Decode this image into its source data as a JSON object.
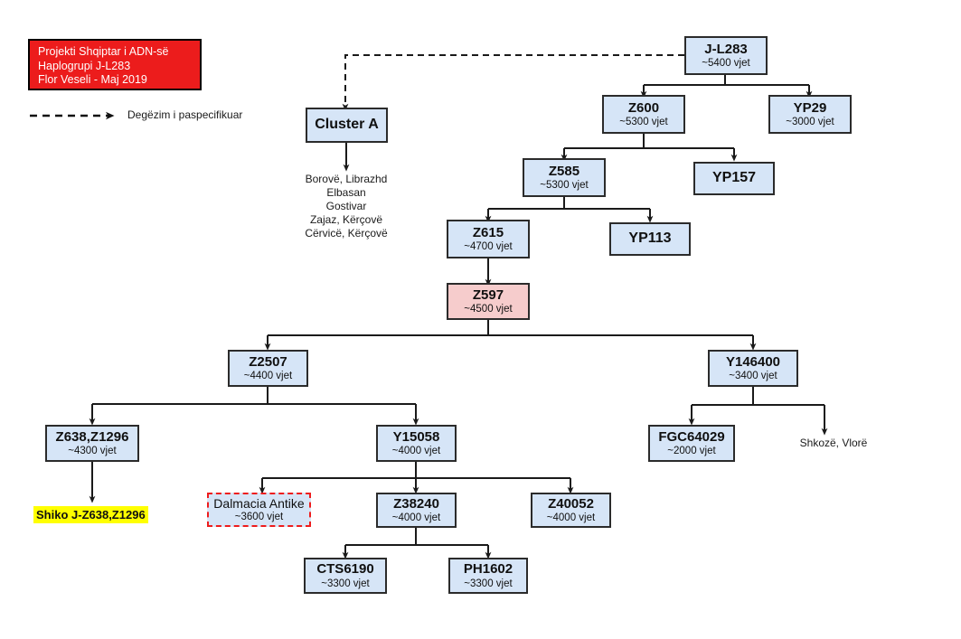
{
  "title_block": {
    "line1": "Projekti Shqiptar i ADN-së",
    "line2": "Haplogrupi J-L283",
    "line3": "Flor Veseli - Maj 2019",
    "bg_color": "#ec1c1c",
    "text_color": "#ffffff"
  },
  "legend": {
    "dashed_arrow_label": "Degëzim i paspecifikuar"
  },
  "colors": {
    "node_fill": "#d6e5f7",
    "node_highlight_fill": "#f6cccc",
    "node_border": "#2b2b2b",
    "dashed_node_border": "#ee1c1c",
    "highlight_yellow": "#ffff00",
    "edge": "#1a1a1a"
  },
  "nodes": [
    {
      "id": "jl283",
      "name": "J-L283",
      "age": "~5400 vjet"
    },
    {
      "id": "clustera",
      "name": "Cluster A",
      "age": ""
    },
    {
      "id": "z600",
      "name": "Z600",
      "age": "~5300 vjet"
    },
    {
      "id": "yp29",
      "name": "YP29",
      "age": "~3000 vjet"
    },
    {
      "id": "z585",
      "name": "Z585",
      "age": "~5300 vjet"
    },
    {
      "id": "yp157",
      "name": "YP157",
      "age": ""
    },
    {
      "id": "z615",
      "name": "Z615",
      "age": "~4700 vjet"
    },
    {
      "id": "yp113",
      "name": "YP113",
      "age": ""
    },
    {
      "id": "z597",
      "name": "Z597",
      "age": "~4500 vjet"
    },
    {
      "id": "z2507",
      "name": "Z2507",
      "age": "~4400 vjet"
    },
    {
      "id": "y146400",
      "name": "Y146400",
      "age": "~3400 vjet"
    },
    {
      "id": "z638z1296",
      "name": "Z638,Z1296",
      "age": "~4300 vjet"
    },
    {
      "id": "y15058",
      "name": "Y15058",
      "age": "~4000 vjet"
    },
    {
      "id": "fgc64029",
      "name": "FGC64029",
      "age": "~2000 vjet"
    },
    {
      "id": "dalmacia",
      "name": "Dalmacia Antike",
      "age": "~3600 vjet"
    },
    {
      "id": "z38240",
      "name": "Z38240",
      "age": "~4000 vjet"
    },
    {
      "id": "z40052",
      "name": "Z40052",
      "age": "~4000 vjet"
    },
    {
      "id": "cts6190",
      "name": "CTS6190",
      "age": "~3300 vjet"
    },
    {
      "id": "ph1602",
      "name": "PH1602",
      "age": "~3300 vjet"
    }
  ],
  "cluster_a_regions": "Borovë, Librazhd\nElbasan\nGostivar\nZajaz, Kërçovë\nCërvicë, Kërçovë",
  "shkoze_label": "Shkozë, Vlorë",
  "see_also": "Shiko J-Z638,Z1296",
  "chart_data": {
    "type": "tree",
    "title": "Haplogrupi J-L283",
    "edges": [
      {
        "from": "jl283",
        "to": "clustera",
        "style": "dashed"
      },
      {
        "from": "jl283",
        "to": "z600",
        "style": "solid"
      },
      {
        "from": "jl283",
        "to": "yp29",
        "style": "solid"
      },
      {
        "from": "clustera",
        "to": "cluster_a_regions",
        "style": "solid"
      },
      {
        "from": "z600",
        "to": "z585",
        "style": "solid"
      },
      {
        "from": "z600",
        "to": "yp157",
        "style": "solid"
      },
      {
        "from": "z585",
        "to": "z615",
        "style": "solid"
      },
      {
        "from": "z585",
        "to": "yp113",
        "style": "solid"
      },
      {
        "from": "z615",
        "to": "z597",
        "style": "solid"
      },
      {
        "from": "z597",
        "to": "z2507",
        "style": "solid"
      },
      {
        "from": "z597",
        "to": "y146400",
        "style": "solid"
      },
      {
        "from": "z2507",
        "to": "z638z1296",
        "style": "solid"
      },
      {
        "from": "z2507",
        "to": "y15058",
        "style": "solid"
      },
      {
        "from": "z638z1296",
        "to": "see_also",
        "style": "solid"
      },
      {
        "from": "y15058",
        "to": "dalmacia",
        "style": "solid"
      },
      {
        "from": "y15058",
        "to": "z38240",
        "style": "solid"
      },
      {
        "from": "y15058",
        "to": "z40052",
        "style": "solid"
      },
      {
        "from": "z38240",
        "to": "cts6190",
        "style": "solid"
      },
      {
        "from": "z38240",
        "to": "ph1602",
        "style": "solid"
      },
      {
        "from": "y146400",
        "to": "fgc64029",
        "style": "solid"
      },
      {
        "from": "y146400",
        "to": "shkoze_label",
        "style": "solid"
      }
    ]
  }
}
